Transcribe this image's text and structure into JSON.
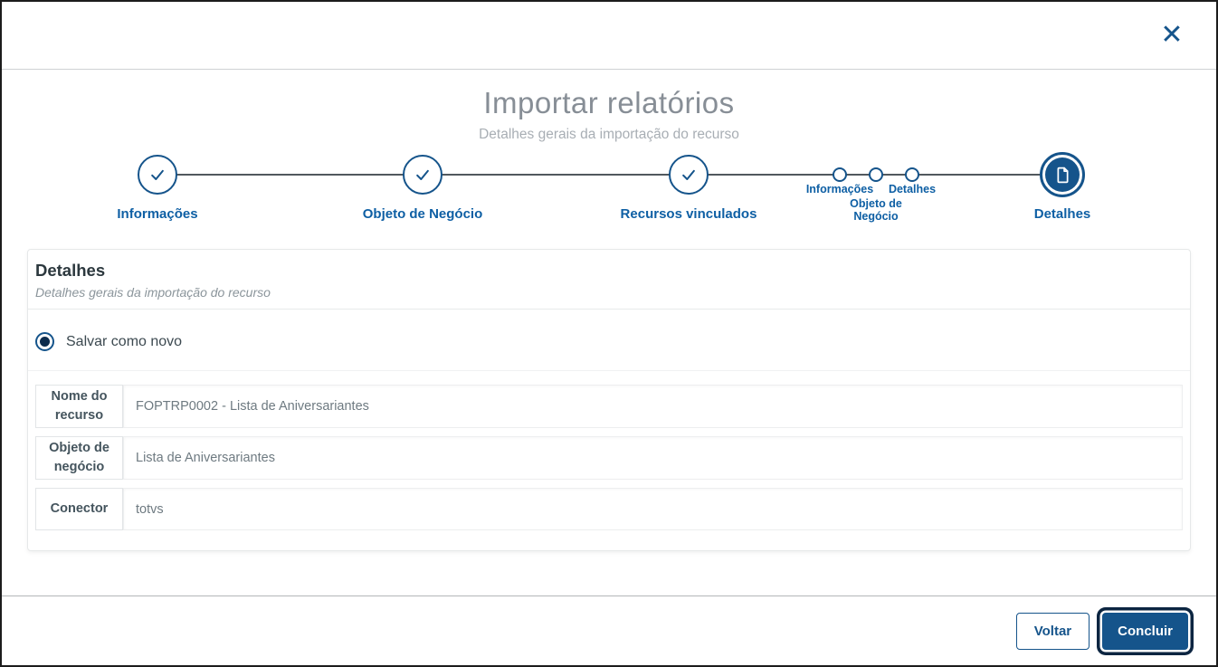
{
  "modal": {
    "title": "Importar relatórios",
    "subtitle": "Detalhes gerais da importação do recurso",
    "close_icon": "close-icon"
  },
  "stepper": {
    "steps_done": [
      {
        "label": "Informações"
      },
      {
        "label": "Objeto de Negócio"
      },
      {
        "label": "Recursos vinculados"
      }
    ],
    "steps_small": [
      {
        "label": "Informações"
      },
      {
        "label": "Objeto de Negócio"
      },
      {
        "label": "Detalhes"
      }
    ],
    "step_active": {
      "label": "Detalhes",
      "icon": "document-icon"
    }
  },
  "panel": {
    "title": "Detalhes",
    "subtitle": "Detalhes gerais da importação do recurso",
    "radio": {
      "label": "Salvar como novo",
      "selected": true
    },
    "fields": [
      {
        "label": "Nome do recurso",
        "value": "FOPTRP0002 - Lista de Aniversariantes"
      },
      {
        "label": "Objeto de negócio",
        "value": "Lista de Aniversariantes"
      },
      {
        "label": "Conector",
        "value": "totvs"
      }
    ]
  },
  "footer": {
    "back_label": "Voltar",
    "finish_label": "Concluir"
  },
  "colors": {
    "primary": "#15548b",
    "focus_ring": "#0c2541",
    "step_line": "#51585e"
  }
}
